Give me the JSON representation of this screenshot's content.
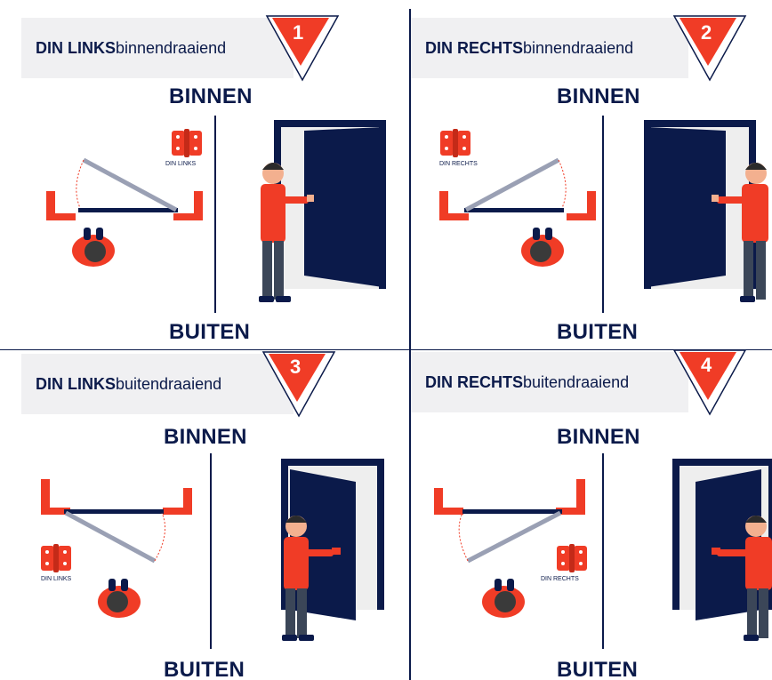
{
  "colors": {
    "navy": "#0b1a4a",
    "red": "#f03c26",
    "gray": "#f0f0f2",
    "wall": "#0b1a4a",
    "door_arm": "#9aa0b4"
  },
  "panels": [
    {
      "number": "1",
      "title_bold": "DIN LINKS",
      "title_rest": " binnendraaiend",
      "top_label": "BINNEN",
      "bottom_label": "BUITEN",
      "hinge_caption": "DIN LINKS"
    },
    {
      "number": "2",
      "title_bold": "DIN RECHTS",
      "title_rest": " binnendraaiend",
      "top_label": "BINNEN",
      "bottom_label": "BUITEN",
      "hinge_caption": "DIN RECHTS"
    },
    {
      "number": "3",
      "title_bold": "DIN LINKS",
      "title_rest": " buitendraaiend",
      "top_label": "BINNEN",
      "bottom_label": "BUITEN",
      "hinge_caption": "DIN LINKS"
    },
    {
      "number": "4",
      "title_bold": "DIN RECHTS",
      "title_rest": " buitendraaiend",
      "top_label": "BINNEN",
      "bottom_label": "BUITEN",
      "hinge_caption": "DIN RECHTS"
    }
  ]
}
